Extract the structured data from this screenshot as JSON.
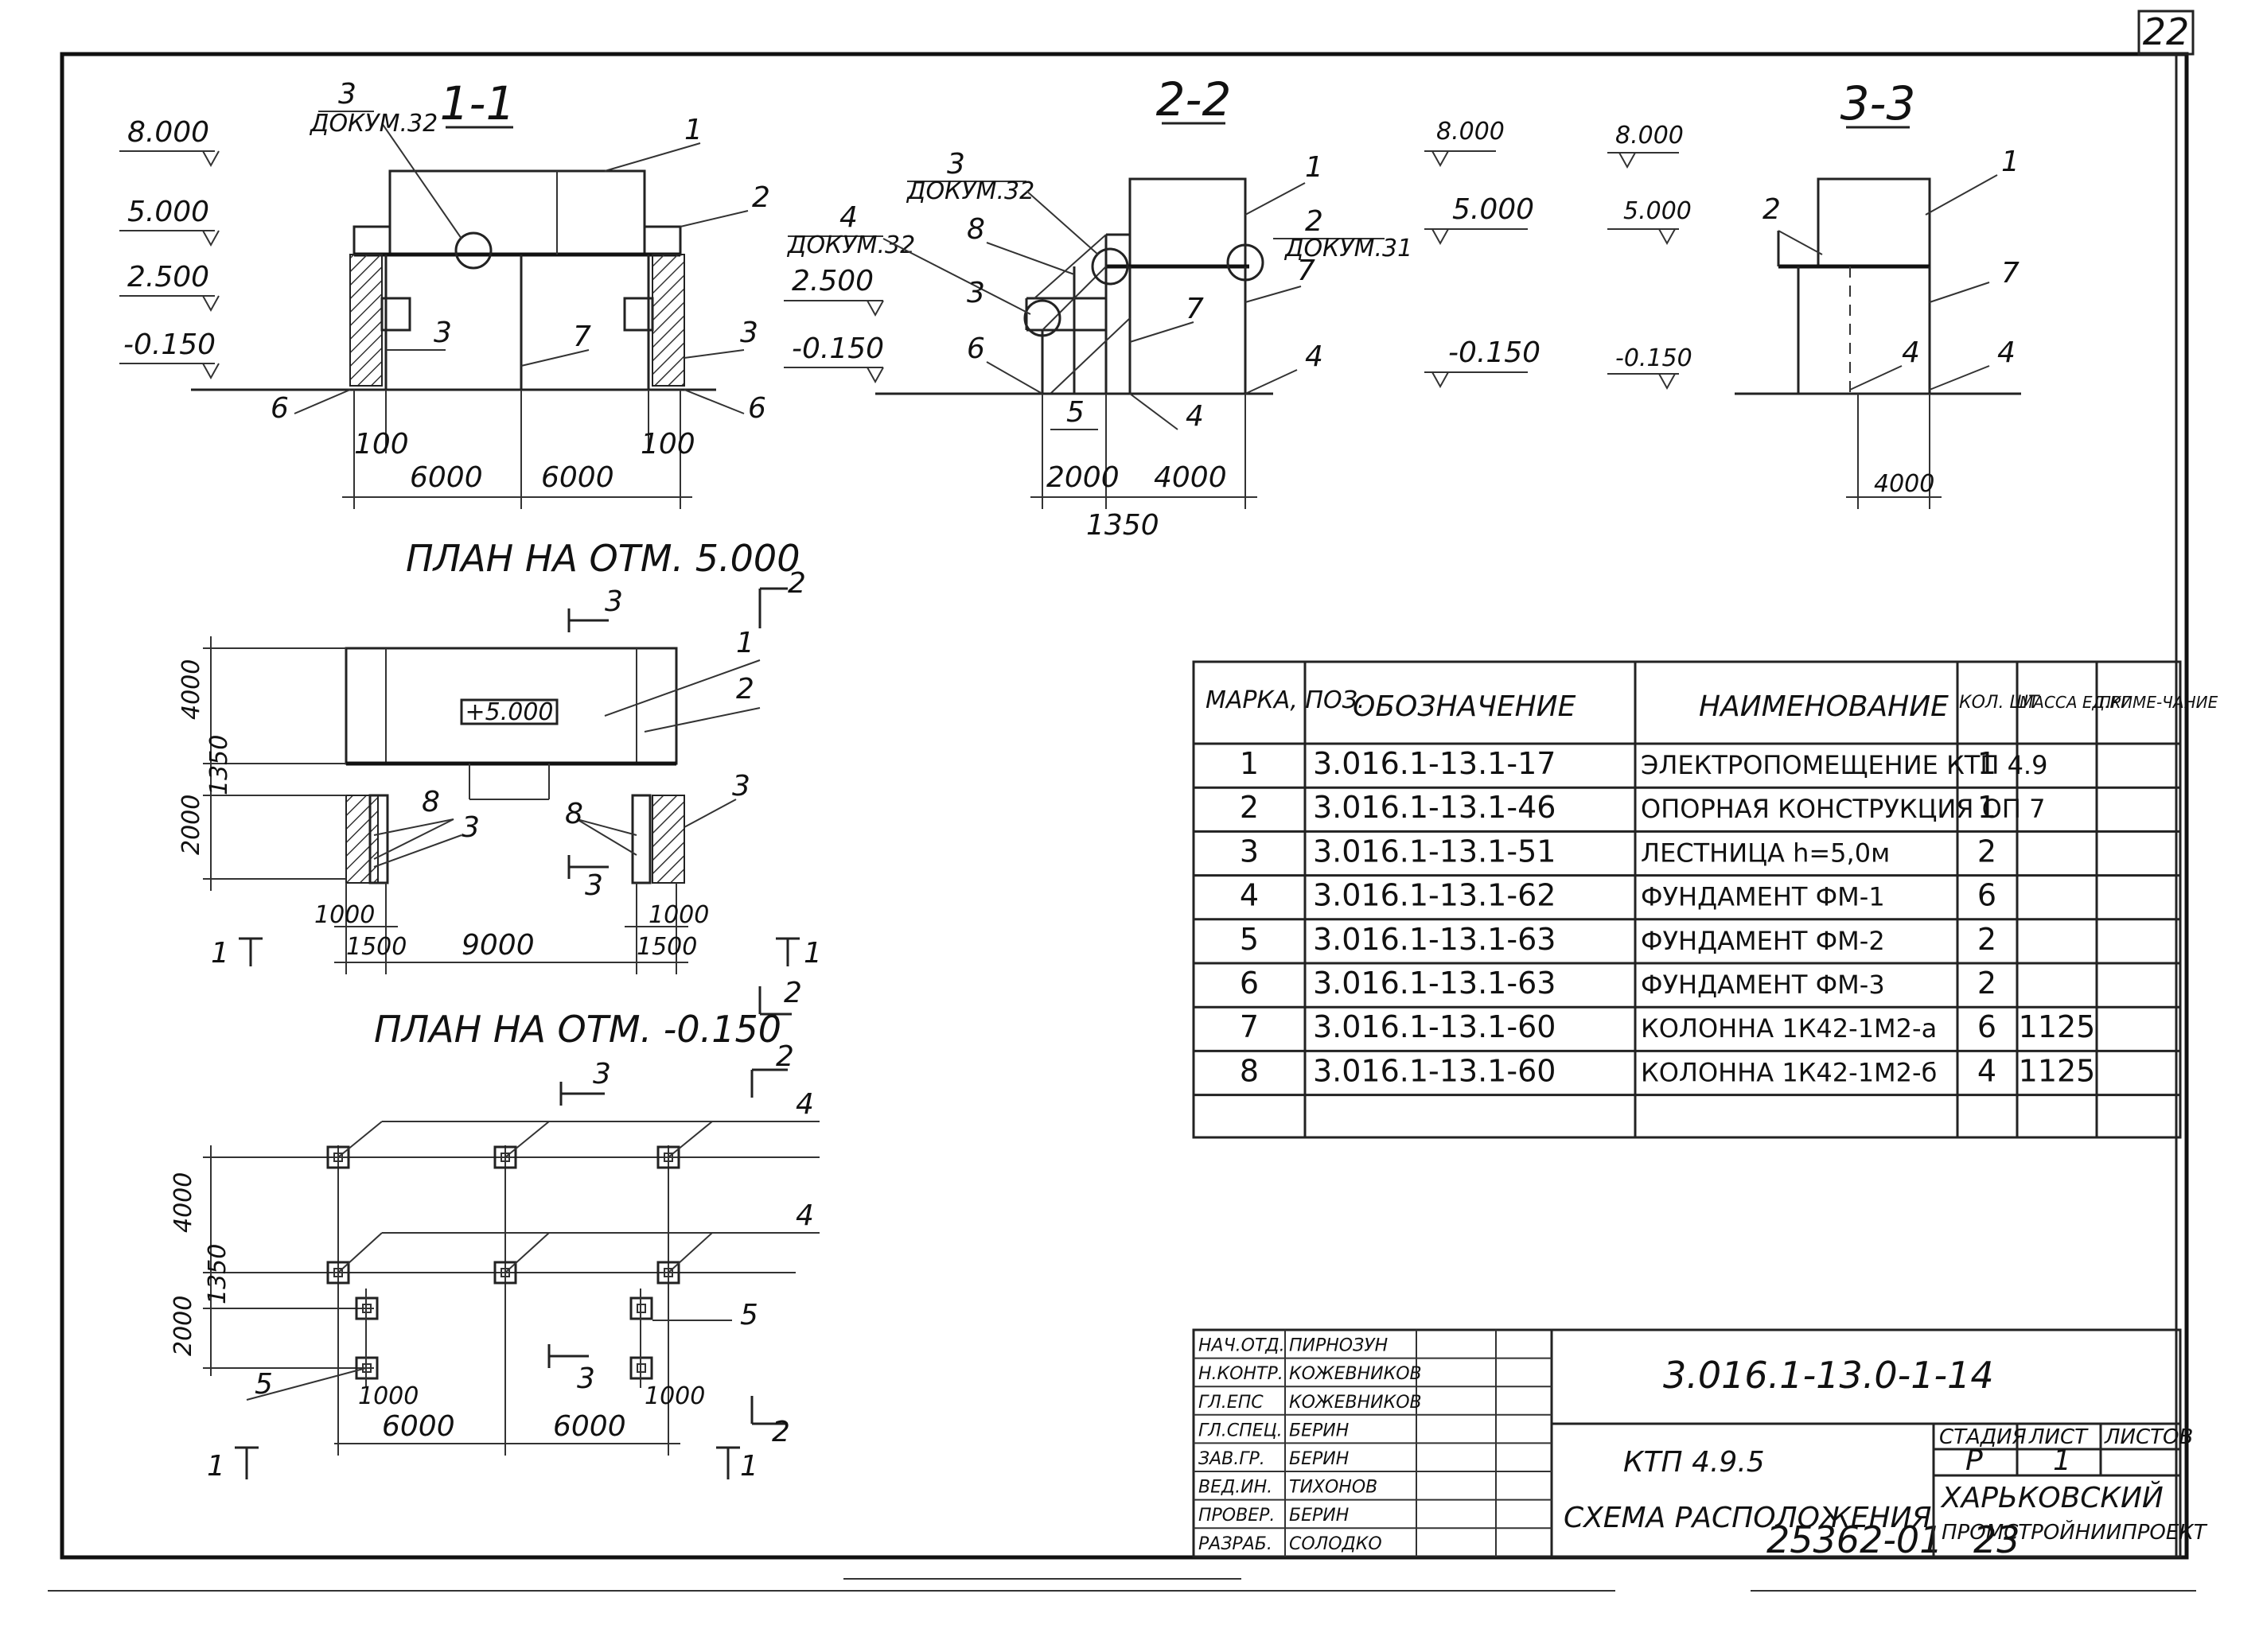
{
  "sheet": {
    "corner_number": "22",
    "archive_number": "25362-01",
    "archive_page": "23"
  },
  "section_1_1": {
    "title": "1-1",
    "ref_num": "3",
    "ref_doc": "ДОКУМ.32",
    "elevations": [
      "8.000",
      "5.000",
      "2.500",
      "-0.150"
    ],
    "callouts": {
      "c1": "1",
      "c2": "2",
      "c3a": "3",
      "c3b": "3",
      "c7": "7",
      "c6a": "6",
      "c6b": "6"
    },
    "dims": {
      "d100a": "100",
      "d100b": "100",
      "d6000a": "6000",
      "d6000b": "6000"
    }
  },
  "section_2_2": {
    "title": "2-2",
    "ref3_num": "3",
    "ref3_doc": "ДОКУМ.32",
    "ref4_num": "4",
    "ref4_doc": "ДОКУМ.32",
    "ref2_num": "2",
    "ref2_doc": "ДОКУМ.31",
    "elevations": {
      "top": "8.000",
      "e5": "5.000",
      "e25": "2.500",
      "em015a": "-0.150",
      "em015b": "-0.150"
    },
    "callouts": {
      "c1": "1",
      "c7a": "7",
      "c7b": "7",
      "c8": "8",
      "c3": "3",
      "c6": "6",
      "c5": "5",
      "c4a": "4",
      "c4b": "4"
    },
    "dims": {
      "d2000": "2000",
      "d4000": "4000",
      "d1350": "1350"
    }
  },
  "section_3_3": {
    "title": "3-3",
    "elevations": {
      "top": "8.000",
      "e5": "5.000",
      "em015": "-0.150"
    },
    "callouts": {
      "c1": "1",
      "c2": "2",
      "c7": "7",
      "c4a": "4",
      "c4b": "4"
    },
    "dims": {
      "d4000": "4000"
    }
  },
  "plan_5000": {
    "title": "ПЛАН НА ОТМ. 5.000",
    "level_box": "+5.000",
    "cut_labels": {
      "s3top": "3",
      "s2top": "2",
      "s3mid": "3",
      "s1l": "1",
      "s1r": "1",
      "s2bot": "2"
    },
    "callouts": {
      "c1": "1",
      "c2": "2",
      "c3a": "3",
      "c3b": "3",
      "c8a": "8",
      "c8b": "8"
    },
    "dims": {
      "d4000": "4000",
      "d1350": "1350",
      "d2000": "2000",
      "d1000a": "1000",
      "d1000b": "1000",
      "d1500a": "1500",
      "d9000": "9000",
      "d1500b": "1500"
    }
  },
  "plan_m0150": {
    "title": "ПЛАН НА ОТМ. -0.150",
    "cut_labels": {
      "s3top": "3",
      "s2top": "2",
      "s3mid": "3",
      "s2bot": "2",
      "s1l": "1",
      "s1r": "1"
    },
    "callouts": {
      "c4a": "4",
      "c4b": "4",
      "c5a": "5",
      "c5b": "5"
    },
    "dims": {
      "d4000": "4000",
      "d1350": "1350",
      "d2000": "2000",
      "d1000a": "1000",
      "d1000b": "1000",
      "d6000a": "6000",
      "d6000b": "6000"
    }
  },
  "spec_table": {
    "headers": {
      "mark": "МАРКА, ПОЗ.",
      "designation": "ОБОЗНАЧЕНИЕ",
      "name": "НАИМЕНОВАНИЕ",
      "qty": "КОЛ. ШТ",
      "mass": "МАССА ЕД.КГ",
      "note": "ПРИМЕ-ЧАНИЕ"
    },
    "rows": [
      {
        "mark": "1",
        "designation": "3.016.1-13.1-17",
        "name": "ЭЛЕКТРОПОМЕЩЕНИЕ КТП 4.9",
        "qty": "1",
        "mass": "",
        "note": ""
      },
      {
        "mark": "2",
        "designation": "3.016.1-13.1-46",
        "name": "ОПОРНАЯ КОНСТРУКЦИЯ ОП 7",
        "qty": "1",
        "mass": "",
        "note": ""
      },
      {
        "mark": "3",
        "designation": "3.016.1-13.1-51",
        "name": "ЛЕСТНИЦА h=5,0м",
        "qty": "2",
        "mass": "",
        "note": ""
      },
      {
        "mark": "4",
        "designation": "3.016.1-13.1-62",
        "name": "ФУНДАМЕНТ ФМ-1",
        "qty": "6",
        "mass": "",
        "note": ""
      },
      {
        "mark": "5",
        "designation": "3.016.1-13.1-63",
        "name": "ФУНДАМЕНТ ФМ-2",
        "qty": "2",
        "mass": "",
        "note": ""
      },
      {
        "mark": "6",
        "designation": "3.016.1-13.1-63",
        "name": "ФУНДАМЕНТ ФМ-3",
        "qty": "2",
        "mass": "",
        "note": ""
      },
      {
        "mark": "7",
        "designation": "3.016.1-13.1-60",
        "name": "КОЛОННА 1К42-1М2-а",
        "qty": "6",
        "mass": "1125",
        "note": ""
      },
      {
        "mark": "8",
        "designation": "3.016.1-13.1-60",
        "name": "КОЛОННА 1К42-1М2-б",
        "qty": "4",
        "mass": "1125",
        "note": ""
      },
      {
        "mark": "",
        "designation": "",
        "name": "",
        "qty": "",
        "mass": "",
        "note": ""
      }
    ]
  },
  "title_block": {
    "document_code": "3.016.1-13.0-1-14",
    "project": "КТП 4.9.5",
    "drawing_name": "СХЕМА РАСПОЛОЖЕНИЯ",
    "stage_label": "СТАДИЯ",
    "sheet_label": "ЛИСТ",
    "sheets_label": "ЛИСТОВ",
    "stage_value": "Р",
    "sheet_value": "1",
    "sheets_value": "",
    "organization_line1": "ХАРЬКОВСКИЙ",
    "organization_line2": "ПРОМСТРОЙНИИПРОЕКТ",
    "signatures": [
      {
        "role": "НАЧ.ОТД.",
        "name": "ПИРНОЗУН"
      },
      {
        "role": "Н.КОНТР.",
        "name": "КОЖЕВНИКОВ"
      },
      {
        "role": "ГЛ.ЕПС",
        "name": "КОЖЕВНИКОВ"
      },
      {
        "role": "ГЛ.СПЕЦ.",
        "name": "БЕРИН"
      },
      {
        "role": "ЗАВ.ГР.",
        "name": "БЕРИН"
      },
      {
        "role": "ВЕД.ИН.",
        "name": "ТИХОНОВ"
      },
      {
        "role": "ПРОВЕР.",
        "name": "БЕРИН"
      },
      {
        "role": "РАЗРАБ.",
        "name": "СОЛОДКО"
      }
    ]
  }
}
